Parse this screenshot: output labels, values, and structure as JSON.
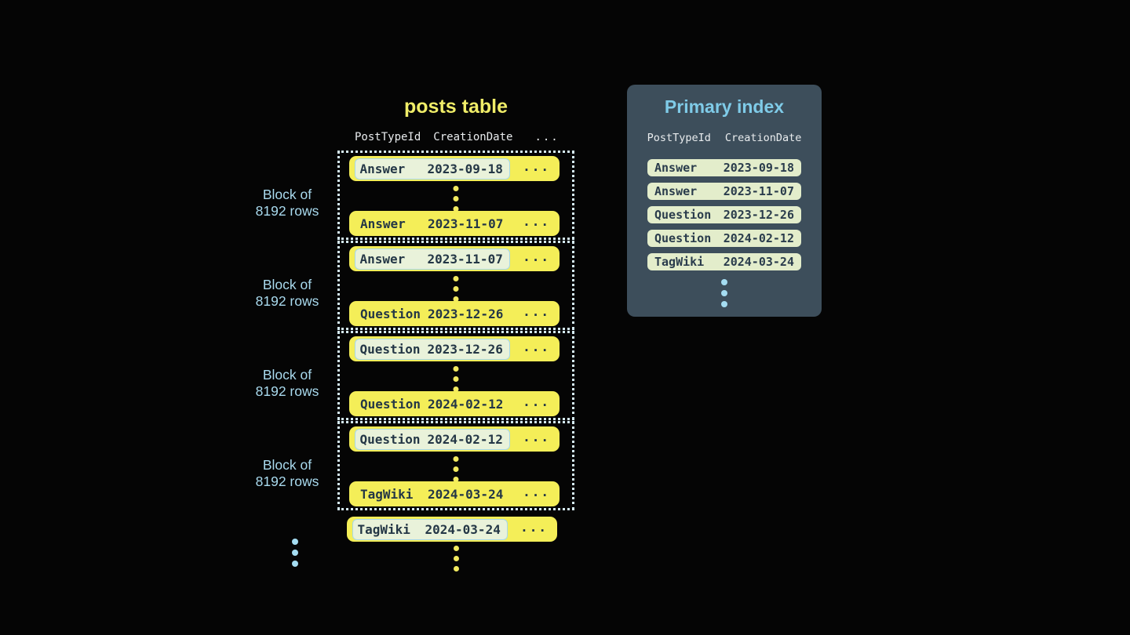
{
  "colors": {
    "background": "#050505",
    "row_yellow": "#f4ee58",
    "title_yellow": "#f0ed68",
    "block_label_blue": "#a9daee",
    "panel_title_blue": "#7fcbe8",
    "panel_background": "#3d4e5b",
    "index_row_green": "#e3edcb",
    "highlight_fill": "#e9f2da",
    "highlight_border": "#a6d8e8",
    "dark_text": "#243746",
    "dotted_border": "#d6ecf5",
    "header_text": "#e9ecee",
    "dot_yellow": "#f2ea60",
    "dot_blue": "#a5ddf2"
  },
  "posts_table": {
    "title": "posts table",
    "columns": [
      "PostTypeId",
      "CreationDate"
    ],
    "ellipsis": "...",
    "block_label": [
      "Block of",
      "8192 rows"
    ],
    "blocks": [
      {
        "first": {
          "type": "Answer",
          "date": "2023-09-18"
        },
        "last": {
          "type": "Answer",
          "date": "2023-11-07"
        }
      },
      {
        "first": {
          "type": "Answer",
          "date": "2023-11-07"
        },
        "last": {
          "type": "Question",
          "date": "2023-12-26"
        }
      },
      {
        "first": {
          "type": "Question",
          "date": "2023-12-26"
        },
        "last": {
          "type": "Question",
          "date": "2024-02-12"
        }
      },
      {
        "first": {
          "type": "Question",
          "date": "2024-02-12"
        },
        "last": {
          "type": "TagWiki",
          "date": "2024-03-24"
        }
      }
    ],
    "trailing_row": {
      "type": "TagWiki",
      "date": "2024-03-24"
    }
  },
  "primary_index": {
    "title": "Primary index",
    "columns": [
      "PostTypeId",
      "CreationDate"
    ],
    "rows": [
      {
        "type": "Answer",
        "date": "2023-09-18"
      },
      {
        "type": "Answer",
        "date": "2023-11-07"
      },
      {
        "type": "Question",
        "date": "2023-12-26"
      },
      {
        "type": "Question",
        "date": "2024-02-12"
      },
      {
        "type": "TagWiki",
        "date": "2024-03-24"
      }
    ]
  }
}
